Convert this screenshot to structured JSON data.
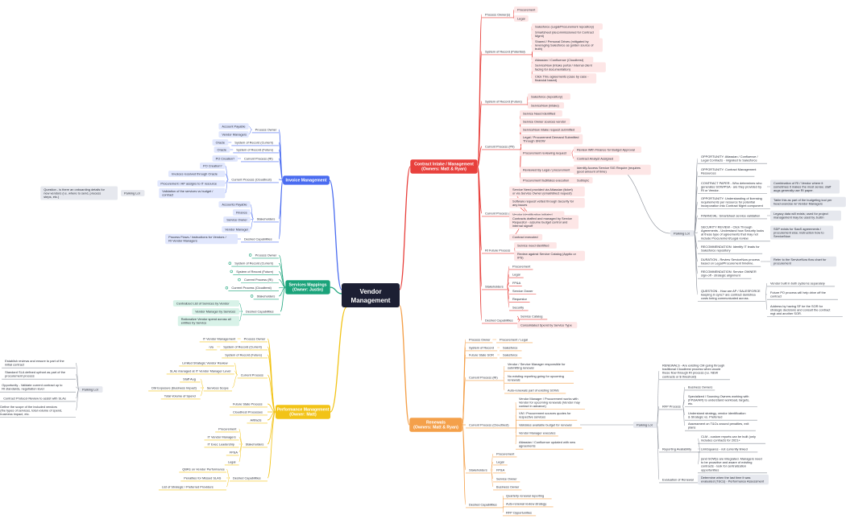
{
  "center": {
    "line1": "Vendor",
    "line2": "Management"
  },
  "colors": {
    "red": "#e8403c",
    "blue": "#4a6cf0",
    "green": "#1aa37a",
    "yellow": "#f2c316",
    "orange": "#f4a04a",
    "grey": "#8a8f99",
    "center": "#1c1f33"
  },
  "contract_intake": {
    "title_line1": "Contract Intake / Management",
    "title_line2": "(Owners: Matt & Ryan)",
    "process_owners": {
      "label": "Process Owner(s)",
      "items": [
        "Procurement",
        "Legal"
      ]
    },
    "system_potential": {
      "label": "System of Record (Potential)",
      "items": [
        [
          "Salesforce (Legal/Procurement repository)"
        ],
        [
          "Smartsheet (decommissioned for Contract",
          "Mgmt)"
        ],
        [
          "Shared / Personal Drives (mitigated by",
          "leveraging Salesforce as golden source of",
          "truth)"
        ],
        [
          "Atlassian / Confluence (Cloudtrest)"
        ],
        [
          "ServiceNow (Intake portal / internal client",
          "facing for documentation)"
        ],
        [
          "Click Thru agreements (case by case -",
          "financial based)"
        ]
      ]
    },
    "system_future": {
      "label": "System of Record (Future)",
      "items": [
        "Salesforce (repository)",
        "ServiceNow (intake)"
      ]
    },
    "current_process": {
      "label": "Current Process (PII)",
      "items": [
        {
          "text": [
            "Service Need Identified"
          ]
        },
        {
          "text": [
            "Service Owner sources vendor"
          ]
        },
        {
          "text": [
            "ServiceNow intake request submitted"
          ]
        },
        {
          "text": [
            "Legal / Procurement Demand Submitted",
            "Through SNOW"
          ]
        },
        {
          "text": [
            "Procurement reviewing request"
          ],
          "sub": [
            [
              "Review With Finance for Budget Approval"
            ],
            [
              "Contract Analyst Assigned"
            ]
          ]
        },
        {
          "text": [
            "Reviewed By Legal / procurement"
          ],
          "sub": [
            [
              "Identify Access Service SIG Require (requires",
              "good amount of time)"
            ]
          ]
        },
        {
          "text": [
            "Procurement facilitates execution"
          ],
          "sub": [
            [
              "Subtopic"
            ]
          ]
        }
      ]
    },
    "current_process_initiative": {
      "label": "Current Process (Cloudtrest)",
      "items": [
        [
          "Service Need provided via Atlassian (ticket)",
          "or via Service Owner (email/direct request)"
        ],
        [
          "Software request vetted through Security for",
          "any issues"
        ],
        [
          "Vendor identification initiated"
        ],
        [
          "Contracts drafted and managed by Service",
          "Requestor - assume budget control and",
          "internal signoff"
        ],
        [
          "Contract executed"
        ]
      ]
    },
    "future_process": {
      "label": "RI Future Process",
      "items": [
        [
          "Service need identified"
        ],
        [
          "Review against Service Catalog (Apptio or",
          "IPS)"
        ]
      ]
    },
    "stakeholders": {
      "label": "Stakeholders",
      "items": [
        "Procurement",
        "Legal",
        "FP&A",
        "Service Owner",
        "Requestor",
        "Security"
      ]
    },
    "desired": {
      "label": "Desired Capabilities",
      "items": [
        "Service Catalog",
        "Consolidated Spend by Service Type"
      ]
    }
  },
  "contract_parking": {
    "label": "Parking Lot",
    "items": [
      {
        "text": [
          "OPPORTUNITY: Atlassian / Confluence /",
          "Legal Contracts - migrated to Salesforce"
        ]
      },
      {
        "text": [
          "OPPORTUNITY: Contract Management",
          "Resources"
        ]
      },
      {
        "text": [
          "CONTRACT PAPER - Who determines who",
          "generates SOW/PSA - are they provided by",
          "RI or Vendor."
        ],
        "note": [
          "Combination of RI / Vendor where it",
          "sometimes it makes the most sense; staff",
          "augs generally use RI paper."
        ]
      },
      {
        "text": [
          "OPPORTUNITY: Understanding of licensing",
          "requirements per resource for potential",
          "incorporation into Contract Mgmt component"
        ],
        "note": [
          "Table this as part of the budgeting tool per",
          "head exercise w/ Vendor Managers"
        ]
      },
      {
        "text": [
          "FINANCIAL: Smartsheet service validation"
        ],
        "note": [
          "Legacy data will exists; used for project",
          "management may be used by Justin"
        ]
      },
      {
        "text": [
          "SECURITY REVIEW - Click Through",
          "Agreements - Understand how Security looks",
          "at these type of agreements that may not",
          "include Procurement/Legal review."
        ],
        "note": [
          "SDP exists for SaaS agreements /",
          "procurement else; instruction how to",
          "ServiceNow"
        ]
      },
      {
        "text": [
          "RECOMMENDATION: Identify IT leads for",
          "Salesforce repository"
        ]
      },
      {
        "text": [
          "DURATION - Review ServiceNow process",
          "based on Legal/Procurement timeline."
        ],
        "note": [
          "Refer to the ServiceNow flow chart for",
          "procurement"
        ]
      },
      {
        "text": [
          "RECOMMENDATION: Service OWNER",
          "sign-off - strategic alignment"
        ]
      },
      {
        "text": [
          "QUESTION - How are AP / SALESFORCE",
          "keeping in sync? are contract dunistrea",
          "costs being communicated across."
        ],
        "note2": [
          [
            "Vendor built in both systems separately"
          ],
          [
            "Future PO process will help drive off the",
            "contract"
          ],
          [
            "Address by having SF be the SOR for",
            "strategic decisions and consult the contract",
            "mgt and another SOR."
          ]
        ]
      }
    ]
  },
  "invoice": {
    "title": "Invoice Management",
    "groups": [
      {
        "label": "Process Owner",
        "items": [
          "Account Payable",
          "Vendor Managers"
        ]
      },
      {
        "label": "System of Record (Current)",
        "items": [
          "Oracle"
        ]
      },
      {
        "label": "System of Record (Future)",
        "items": [
          "Oracle"
        ]
      },
      {
        "label": "Current Process (RI)",
        "items": [
          "PO Creation?"
        ]
      },
      {
        "label": "Current Process (Cloudtrest)",
        "items": [
          "PO Creation?",
          "Invoices received through Oracle",
          "Procurement / AP assigns to IT resource",
          "Validation of the services vs budget / contract"
        ]
      },
      {
        "label": "Stakeholders",
        "items": [
          "Accounts Payable",
          "Finance",
          "Service Owner",
          "Vendor Manager"
        ]
      },
      {
        "label": "Desired Capabilities",
        "items": [
          "Process Flows / Instructions for Vendors / RI Vendor Managers"
        ]
      }
    ],
    "parking": {
      "label": "Parking Lot",
      "note": [
        "Question - is there an onboarding details for",
        "new vendors (i.e. where to send, process",
        "steps, etc.)"
      ]
    }
  },
  "services": {
    "title_line1": "Services Mappings",
    "title_line2": "(Owner: Justin)",
    "items": [
      "Process Owner",
      "System of Record (Current)",
      "System of Record (Future)",
      "Current Process (RI)",
      "Current Process (Cloudtrest)",
      "Stakeholders"
    ],
    "desired": {
      "label": "Desired Capabilities",
      "items": [
        "Centralized List of Services by Vendor",
        "Vendor Manager by Services",
        "Rationalize Vendor spend across all entities by Service"
      ]
    }
  },
  "performance": {
    "title_line1": "Performance Management",
    "title_line2": "(Owner: Matt)",
    "groups": [
      {
        "label": "Process Owner",
        "items": [
          "IT Vendor Management"
        ]
      },
      {
        "label": "System of Record (Current)",
        "items": [
          "n/a"
        ]
      },
      {
        "label": "System of Record (Future)",
        "items": []
      },
      {
        "label": "Current Process",
        "items": [
          "Limited Strategic Vendor Review",
          "SLAs managed at IT Vendor Manager Level",
          "Staff Aug",
          "DM Exposure (Business Impact)",
          "Total Volume of Spend"
        ],
        "sub_label": "Services Scope"
      },
      {
        "label": "Future State Process",
        "items": []
      },
      {
        "label": "Cloudtrest Processes",
        "items": []
      },
      {
        "label": "Artifacts",
        "items": []
      },
      {
        "label": "Stakeholders",
        "items": [
          "Procurement",
          "IT Vendor Managers",
          "IT Exec Leadership",
          "FP&A",
          "Legal"
        ]
      },
      {
        "label": "Desired Capabilities",
        "items": [
          "QBRs on Vendor Performance",
          "Penalties for Missed SLAS",
          "List of Strategic / Preferred Providers"
        ]
      }
    ],
    "parking": {
      "label": "Parking Lot",
      "items": [
        [
          "Establish reviews and ensure to part of the",
          "initial contract"
        ],
        [
          "Standard SLA defined upfront as part of the",
          "procurement process"
        ],
        [
          "Opportunity - Validate current contract up to",
          "RI standards, negotiation lever"
        ],
        [
          "Contract Protocol Review to assist with SLAs"
        ],
        [
          "Define the scope of the included vendors",
          "(the types of services, total volume of spend,",
          "business impact, etc."
        ]
      ]
    }
  },
  "renewals": {
    "title_line1": "Renewals",
    "title_line2": "(Owners: Matt & Ryan)",
    "process_owner": {
      "label": "Process Owner",
      "items": [
        "Procurement / Legal"
      ]
    },
    "system_record": {
      "label": "System of Record",
      "items": [
        "Salesforce"
      ]
    },
    "future_sor": {
      "label": "Future State SOR",
      "items": [
        "Salesforce"
      ]
    },
    "current_ri": {
      "label": "Current Process (RI)",
      "items": [
        [
          "Vendor / Service Manager responsible for",
          "submitting renewal"
        ],
        [
          "No existing reporting going for upcoming",
          "renewals"
        ],
        [
          "Auto-renewals part of existing SOWs"
        ]
      ]
    },
    "current_cloud": {
      "label": "Current Process (Cloudtrest)",
      "items": [
        [
          "Vendor Manager / Procurement works with",
          "Vendor for upcoming renewals (Vendor may",
          "contact in advance)"
        ],
        [
          "VM / Procurement sources quotes for",
          "respective services"
        ],
        [
          "Validates available budget for renewal"
        ],
        [
          "Vendor Manager executes"
        ],
        [
          "Atlassian / Confluence updated with new",
          "agreements"
        ]
      ]
    },
    "stakeholders": {
      "label": "Stakeholders",
      "items": [
        "Procurement",
        "Legal",
        "FP&A",
        "Service Owner",
        "Business Owner"
      ]
    },
    "desired": {
      "label": "Desired Capabilities",
      "items": [
        "Quarterly renewal reporting",
        "Auto-renewal review strategy",
        "RFP Opportunities"
      ]
    }
  },
  "renewals_parking": {
    "label": "Parking Lot",
    "renewals_note": [
      "RENEWALS - Are existing CM going through",
      "traditional Cloudtrest process when would",
      "these flow through RI process (i.e. NEW",
      "contracts or $ threshold)"
    ],
    "rfp": {
      "label": "RFP Process",
      "items": [
        [
          "Business Owners"
        ],
        [
          "Specialized / Sourcing Owners working with",
          "(FP&A/HR) to understand workload, targets,",
          "etc."
        ],
        [
          "Understand strategy, vendor identification",
          "& Strategic vs. Preferred"
        ],
        [
          "Assessment on T&Cs around penalties, exit",
          "plans"
        ]
      ]
    },
    "reporting": {
      "label": "Reporting Availability",
      "items": [
        [
          "CLM - custom reports can be built (only",
          "includes contracts for 2021+"
        ],
        [
          "LinkSquares - not currently linked"
        ],
        [
          "(and SOW)s are integrated. Managers need",
          "to be proactive and aware of existing",
          "contracts - look for centralization",
          "opportunities"
        ]
      ]
    },
    "evaluation": {
      "label": "Evaluation of Renewal",
      "items": [
        [
          "Determine when the last time it was",
          "evaluated (T&Cs) - Performance Assessment"
        ]
      ]
    }
  }
}
